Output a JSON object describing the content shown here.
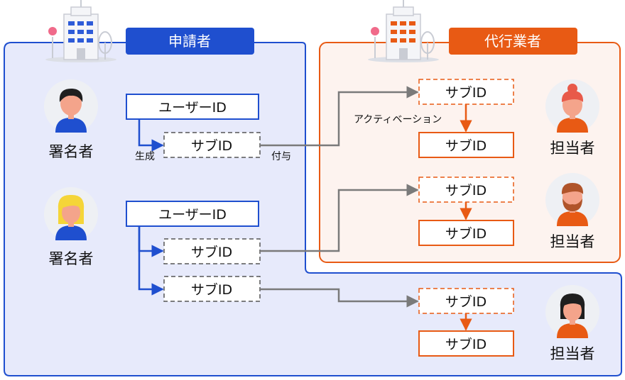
{
  "applicant": {
    "label": "申請者",
    "colors": {
      "fill": "#e7eafb",
      "stroke": "#1f4fcf",
      "badge": "#1f4fcf"
    },
    "signers": [
      {
        "name": "署名者",
        "hair": "#1f1f1f",
        "shirt": "#1f4fcf"
      },
      {
        "name": "署名者",
        "hair": "#f5d538",
        "shirt": "#1f4fcf"
      }
    ],
    "user_id_label": "ユーザーID",
    "sub_id_label": "サブID",
    "generate_label": "生成"
  },
  "agent": {
    "label": "代行業者",
    "colors": {
      "fill": "#fdf3ef",
      "stroke": "#e85a14",
      "badge": "#e85a14"
    },
    "sub_id_label": "サブID",
    "activation_label": "アクティベーション",
    "staff": [
      {
        "name": "担当者",
        "hair": "#e85a4a"
      },
      {
        "name": "担当者",
        "hair": "#b0542a"
      },
      {
        "name": "担当者",
        "hair": "#1f1f1f"
      }
    ]
  },
  "assign_label": "付与",
  "icons": [
    "building-icon",
    "person-avatar-icon",
    "arrow-icon"
  ]
}
